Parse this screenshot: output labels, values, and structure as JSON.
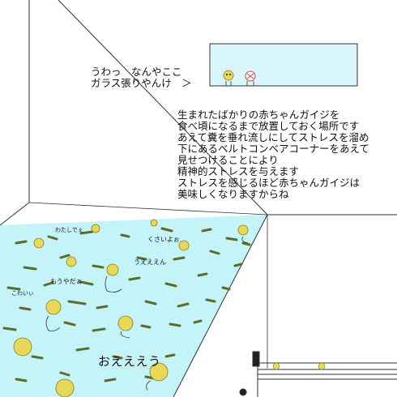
{
  "speech": {
    "whoa_line1": "うわっ　なんやここ",
    "whoa_line2": "ガラス張りやんけ　＞"
  },
  "explanation": {
    "lines": [
      "生まれたばかりの赤ちゃんガイジを",
      "食べ頃になるまで放置しておく場所です",
      "あえて糞を垂れ流しにしてストレスを溜め",
      "下にあるベルトコンベアコーナーをあえて",
      "見せつけることにより",
      "精神的ストレスを与えます",
      "ストレスを感じるほど赤ちゃんガイジは",
      "美味しくなりますからね"
    ]
  },
  "voices": {
    "tiny_top": "わたしでぇ",
    "smells": "くさいよぉ",
    "crying": "うえええん",
    "nomore": "もうやだぁ",
    "scared": "こわいぃ",
    "wailing": "おえええう"
  },
  "colors": {
    "water": "#c4f4f8",
    "glass_panel": "#d9f6fb",
    "poop": "#5e6b2a",
    "face": "#e8d85a"
  }
}
